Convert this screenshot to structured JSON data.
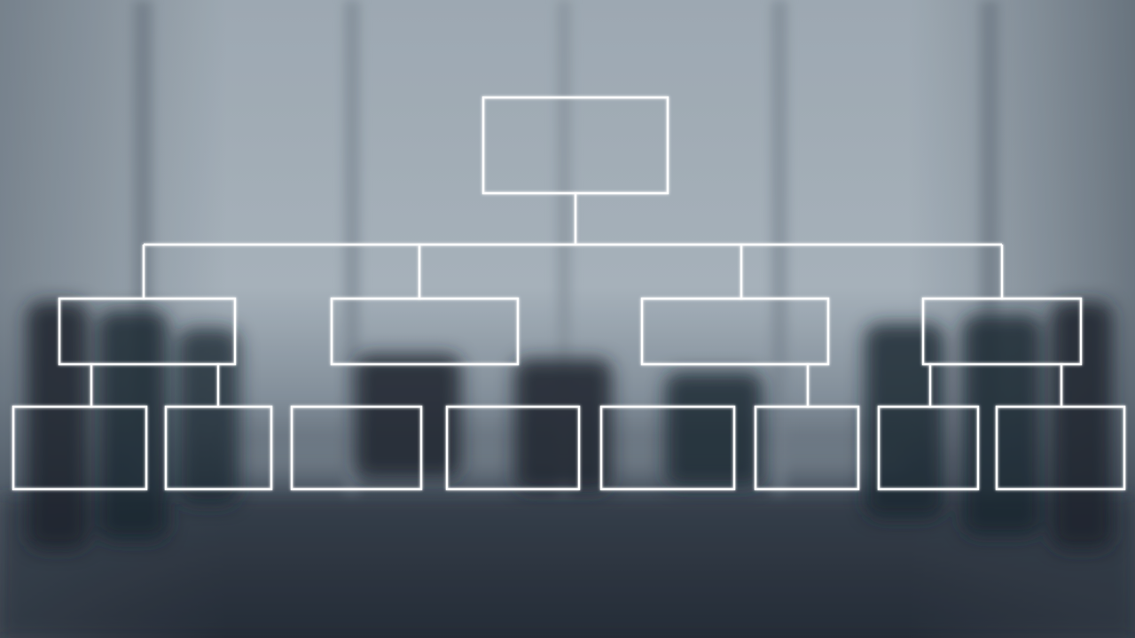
{
  "scene": {
    "description_visible_text": "",
    "palette": {
      "wall_light": "#b9c4cc",
      "wall_mid": "#8e9aa5",
      "floor_dark": "#2e3540",
      "chair_dark": "#1d2530",
      "outline": "#ffffff"
    }
  },
  "org_chart": {
    "root": {
      "label": ""
    },
    "level1": [
      {
        "label": ""
      },
      {
        "label": ""
      },
      {
        "label": ""
      },
      {
        "label": ""
      }
    ],
    "level2": [
      {
        "label": "",
        "parent": 0
      },
      {
        "label": "",
        "parent": 0
      },
      {
        "label": "",
        "parent": null
      },
      {
        "label": "",
        "parent": null
      },
      {
        "label": "",
        "parent": null
      },
      {
        "label": "",
        "parent": 2
      },
      {
        "label": "",
        "parent": 3
      },
      {
        "label": "",
        "parent": 3
      }
    ]
  }
}
